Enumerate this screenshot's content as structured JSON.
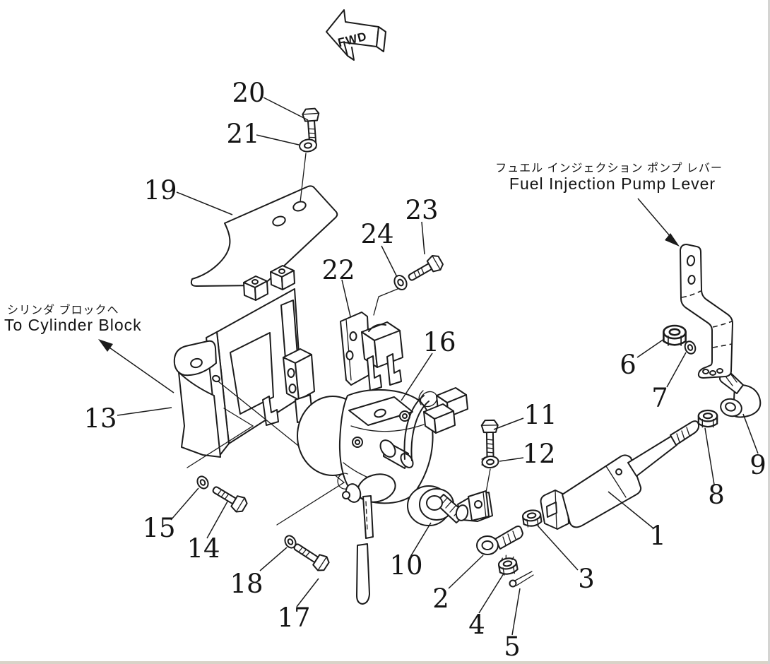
{
  "diagram": {
    "fwd_label": "FWD",
    "captions": {
      "pump_lever_jp": "フュエル インジェクション ポンプ レバー",
      "pump_lever_en": "Fuel Injection Pump Lever",
      "cylinder_block_jp": "シリンダ ブロックヘ",
      "cylinder_block_en": "To Cylinder Block"
    },
    "part_numbers": {
      "p1": "1",
      "p2": "2",
      "p3": "3",
      "p4": "4",
      "p5": "5",
      "p6": "6",
      "p7": "7",
      "p8": "8",
      "p9": "9",
      "p10": "10",
      "p11": "11",
      "p12": "12",
      "p13": "13",
      "p14": "14",
      "p15": "15",
      "p16": "16",
      "p17": "17",
      "p18": "18",
      "p19": "19",
      "p20": "20",
      "p21": "21",
      "p22": "22",
      "p23": "23",
      "p24": "24"
    },
    "colors": {
      "ink": "#1b1b1b",
      "background": "#ffffff"
    }
  }
}
